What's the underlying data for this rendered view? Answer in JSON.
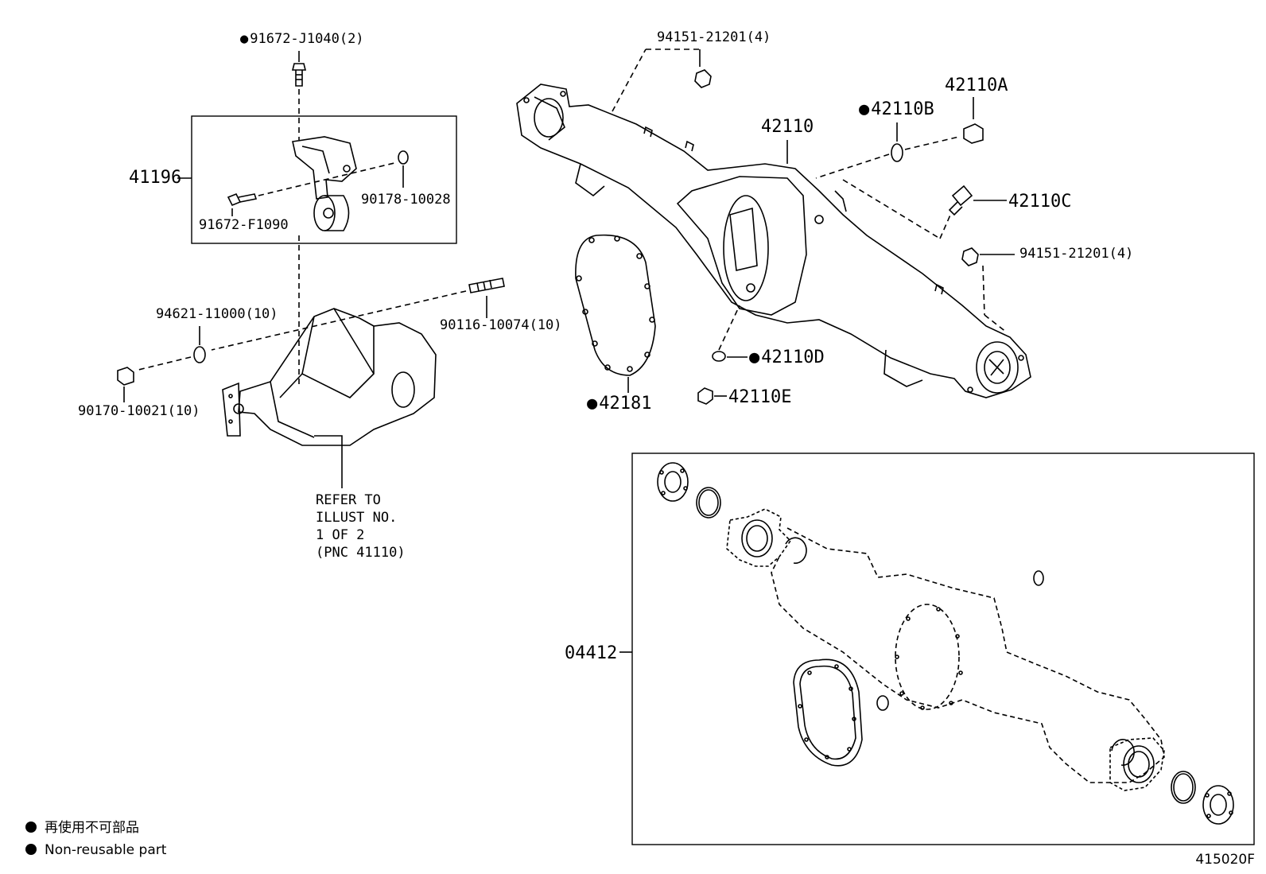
{
  "labels": {
    "p91672_J1040": "91672-J1040(2)",
    "p41196": "41196",
    "p90178_10028": "90178-10028",
    "p91672_F1090": "91672-F1090",
    "p94621_11000": "94621-11000(10)",
    "p90116_10074": "90116-10074(10)",
    "p90170_10021": "90170-10021(10)",
    "p94151_top": "94151-21201(4)",
    "p42110": "42110",
    "p42110A": "42110A",
    "p42110B": "42110B",
    "p42110C": "42110C",
    "p94151_right": "94151-21201(4)",
    "p42110D": "42110D",
    "p42110E": "42110E",
    "p42181": "42181",
    "p04412": "04412"
  },
  "refer": {
    "line1": "REFER TO",
    "line2": "ILLUST NO.",
    "line3": "1 OF 2",
    "line4": "(PNC 41110)"
  },
  "legend": {
    "jp": "再使用不可部品",
    "en": "Non-reusable part"
  },
  "figure_code": "415020F"
}
